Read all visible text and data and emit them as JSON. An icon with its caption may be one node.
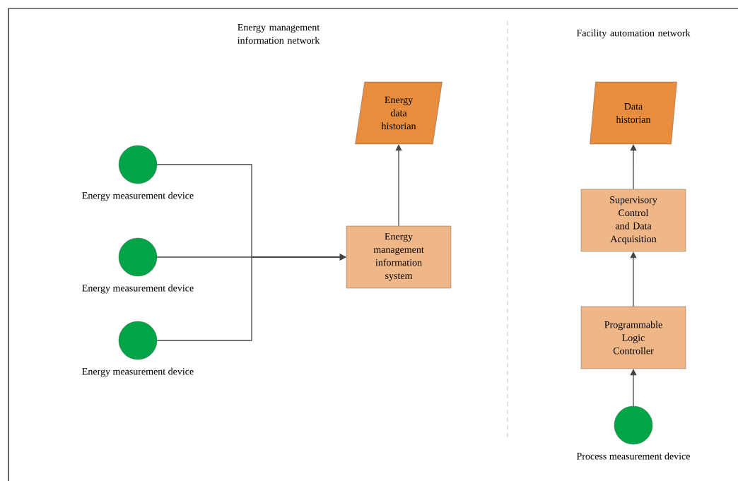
{
  "diagram": {
    "nodes": [
      {
        "text": [],
        "shape": "circle",
        "beside": [
          "Energy measurement device"
        ]
      },
      {
        "text": [],
        "shape": "circle",
        "beside": [
          "Energy measurement device"
        ]
      },
      {
        "text": [],
        "shape": "circle",
        "beside": [
          "Energy measurement device"
        ]
      },
      {
        "text": [
          "Energy management information system"
        ]
      },
      {
        "text": [
          "Energy data historian"
        ]
      },
      {
        "text": [
          "Data historian"
        ]
      },
      {
        "text": [
          "Supervisory Control and Data Acquisition"
        ]
      },
      {
        "text": [
          "Programmable Logic Controller"
        ]
      },
      {
        "text": [],
        "shape": "circle",
        "beside": [
          "Process measurement device"
        ]
      }
    ],
    "edges": [
      {
        "from": 0,
        "to": 3,
        "arrow": "to"
      },
      {
        "from": 1,
        "to": 3,
        "arrow": "to"
      },
      {
        "from": 2,
        "to": 3,
        "arrow": "to"
      },
      {
        "from": 3,
        "to": 4,
        "arrow": "to"
      },
      {
        "from": 8,
        "to": 7,
        "arrow": "to"
      },
      {
        "from": 7,
        "to": 6,
        "arrow": "to"
      },
      {
        "from": 6,
        "to": 5,
        "arrow": "to"
      }
    ],
    "labels": [
      "Energy management information network",
      "Facility automation network"
    ]
  }
}
